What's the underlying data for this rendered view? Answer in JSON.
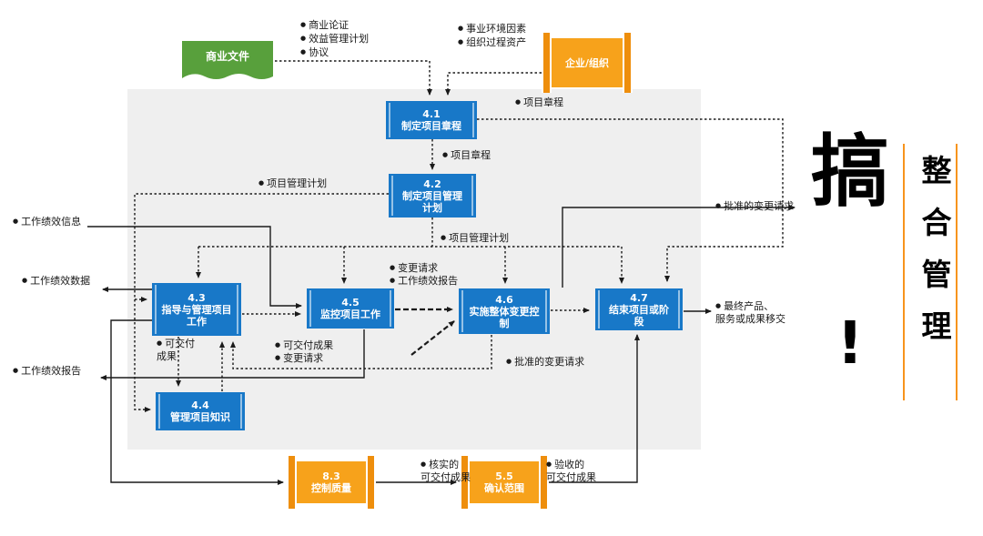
{
  "palette": {
    "process_blue": "#1878c8",
    "external_orange": "#f7a21b",
    "document_green": "#58a03c",
    "panel_gray": "#efefef",
    "line_black": "#1a1a1a",
    "accent_line_orange": "#f7941d"
  },
  "inputs": {
    "business_documents": {
      "label": "商业文件",
      "bullets": [
        "商业论证",
        "效益管理计划",
        "协议"
      ]
    },
    "enterprise": {
      "label": "企业/组织",
      "bullets": [
        "事业环境因素",
        "组织过程资产"
      ]
    }
  },
  "processes": [
    {
      "id": "4.1",
      "name": "制定项目章程"
    },
    {
      "id": "4.2",
      "name": "制定项目管理计划"
    },
    {
      "id": "4.3",
      "name": "指导与管理项目工作"
    },
    {
      "id": "4.4",
      "name": "管理项目知识"
    },
    {
      "id": "4.5",
      "name": "监控项目工作"
    },
    {
      "id": "4.6",
      "name": "实施整体变更控制"
    },
    {
      "id": "4.7",
      "name": "结束项目或阶段"
    }
  ],
  "other_processes": [
    {
      "id": "8.3",
      "name": "控制质量"
    },
    {
      "id": "5.5",
      "name": "确认范围"
    }
  ],
  "flow_labels": [
    "项目章程",
    "项目章程",
    "项目管理计划",
    "项目管理计划",
    "批准的变更请求",
    "工作绩效信息",
    "工作绩效数据",
    "变更请求",
    "工作绩效报告",
    "可交付\n成果",
    "可交付成果",
    "变更请求",
    "批准的变更请求",
    "最终产品、\n服务或成果移交",
    "工作绩效报告",
    "核实的\n可交付成果",
    "验收的\n可交付成果"
  ],
  "banner": {
    "big_char": "搞",
    "exclamation": "!",
    "vertical_title": "整合管理"
  }
}
